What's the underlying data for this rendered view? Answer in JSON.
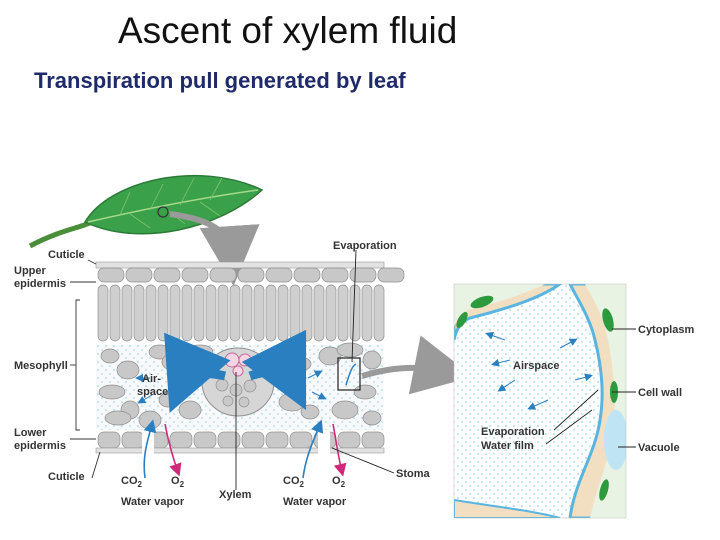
{
  "header": {
    "title": "Ascent of xylem fluid",
    "subtitle": "Transpiration pull generated by leaf"
  },
  "labels": {
    "cuticle_top": "Cuticle",
    "upper": "Upper",
    "epidermis_upper": "epidermis",
    "mesophyll": "Mesophyll",
    "lower": "Lower",
    "epidermis_lower": "epidermis",
    "cuticle_bottom": "Cuticle",
    "air": "Air-",
    "space": "space",
    "co2_left": "CO",
    "co2_left_sub": "2",
    "o2_left": "O",
    "o2_left_sub": "2",
    "water_vapor_left": "Water vapor",
    "xylem": "Xylem",
    "co2_right": "CO",
    "co2_right_sub": "2",
    "o2_right": "O",
    "o2_right_sub": "2",
    "water_vapor_right": "Water vapor",
    "evaporation_top": "Evaporation",
    "stoma": "Stoma",
    "cytoplasm": "Cytoplasm",
    "airspace": "Airspace",
    "cell_wall": "Cell wall",
    "evaporation_inset": "Evaporation",
    "water_film": "Water film",
    "vacuole": "Vacuole"
  },
  "colors": {
    "leaf": "#3aa14a",
    "cells": "#c8c8c8",
    "cell_outline": "#8f8f8f",
    "airflow_arrow": "#2a7fc0",
    "o2_arrow": "#d0287a",
    "co2_arrow": "#2a7fc0",
    "water_film": "#5ab4e0",
    "cell_wall": "#f2dfc1",
    "chloroplast": "#2e9a3e",
    "vacuole": "#bfe4f4",
    "title_color": "#111111",
    "subtitle_color": "#1f2a6b"
  }
}
